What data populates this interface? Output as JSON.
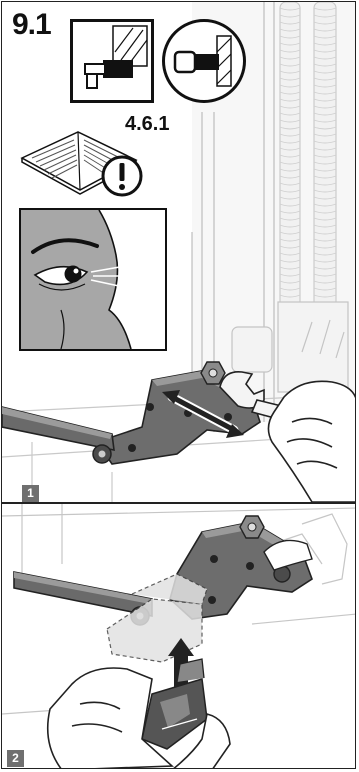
{
  "step": {
    "number": "9.1"
  },
  "manual_reference": {
    "section": "4.6.1"
  },
  "panels": [
    {
      "badge": "1"
    },
    {
      "badge": "2"
    }
  ]
}
